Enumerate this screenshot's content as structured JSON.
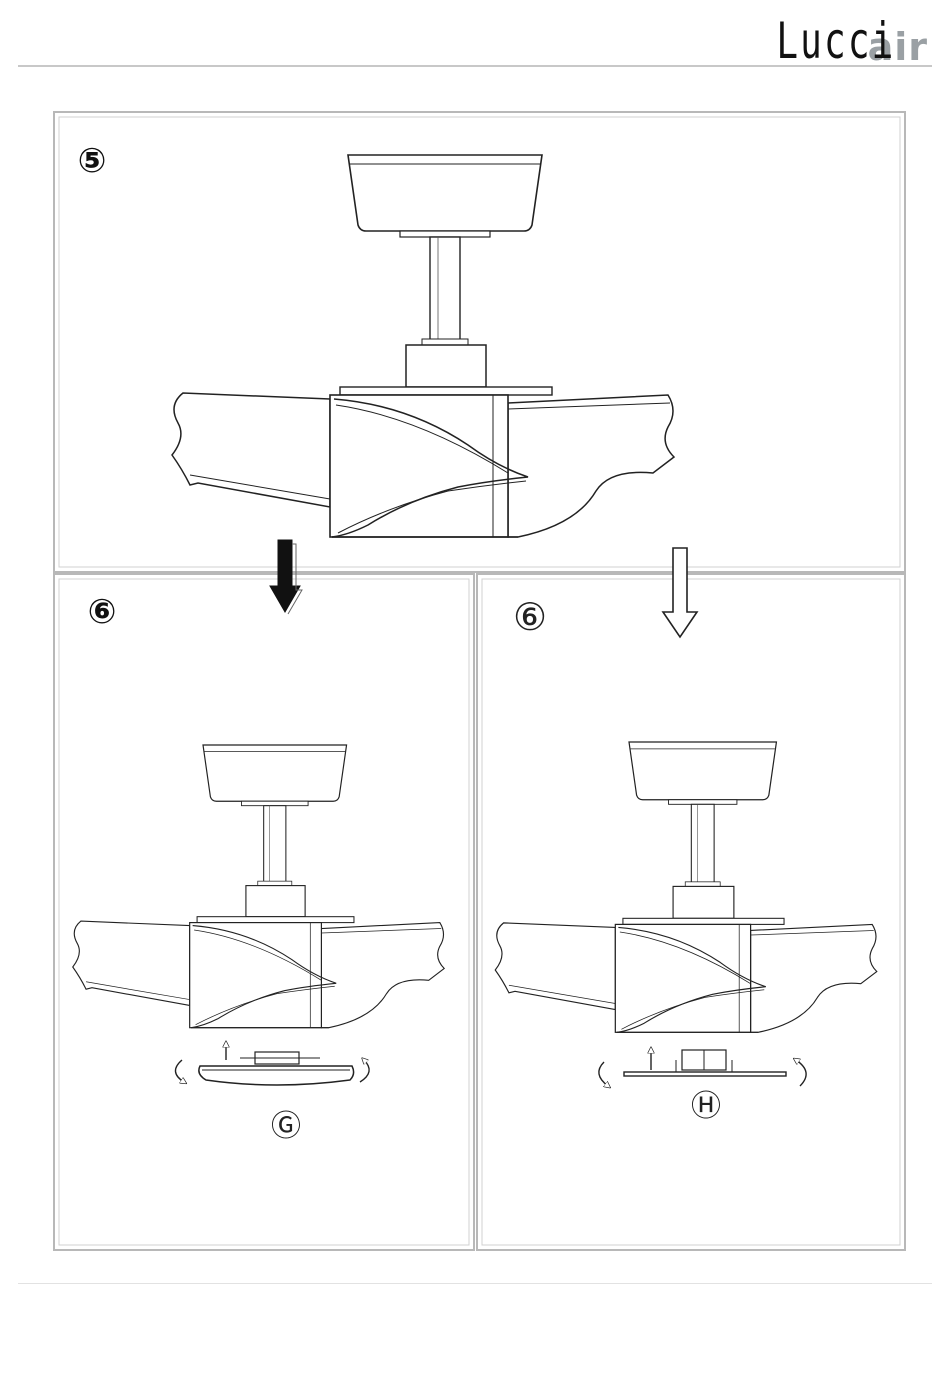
{
  "brand": {
    "name_main": "Lucci",
    "name_accent": "air",
    "accent_color": "#9aa0a4"
  },
  "steps": [
    {
      "number": "⑤",
      "style": "bold-circled"
    },
    {
      "number": "⑥",
      "style": "bold-circled"
    },
    {
      "number": "⑥",
      "style": "outline-circled"
    }
  ],
  "callouts": {
    "g": "Ⓖ",
    "h": "Ⓗ"
  },
  "arrows": {
    "solid": "filled-down-arrow",
    "outline": "outline-down-arrow"
  }
}
